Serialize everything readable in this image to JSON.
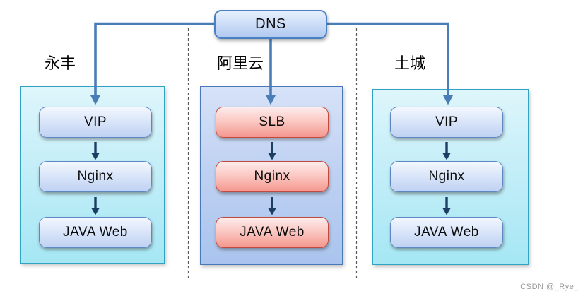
{
  "diagram": {
    "root": {
      "label": "DNS"
    },
    "zones": [
      {
        "label": "永丰",
        "theme": "blue-nodes-on-cyan",
        "nodes": [
          "VIP",
          "Nginx",
          "JAVA Web"
        ]
      },
      {
        "label": "阿里云",
        "theme": "red-nodes-on-blue",
        "nodes": [
          "SLB",
          "Nginx",
          "JAVA Web"
        ]
      },
      {
        "label": "土城",
        "theme": "blue-nodes-on-cyan",
        "nodes": [
          "VIP",
          "Nginx",
          "JAVA Web"
        ]
      }
    ],
    "edges": [
      {
        "from": "DNS",
        "to": "永丰 VIP"
      },
      {
        "from": "DNS",
        "to": "阿里云 SLB"
      },
      {
        "from": "DNS",
        "to": "土城 VIP"
      },
      {
        "from": "VIP",
        "to": "Nginx",
        "zone": "永丰"
      },
      {
        "from": "Nginx",
        "to": "JAVA Web",
        "zone": "永丰"
      },
      {
        "from": "SLB",
        "to": "Nginx",
        "zone": "阿里云"
      },
      {
        "from": "Nginx",
        "to": "JAVA Web",
        "zone": "阿里云"
      },
      {
        "from": "VIP",
        "to": "Nginx",
        "zone": "土城"
      },
      {
        "from": "Nginx",
        "to": "JAVA Web",
        "zone": "土城"
      }
    ],
    "colors": {
      "connector_blue": "#4a7db8",
      "flow_arrow_navy": "#1d3e63",
      "divider_gray": "#5a5a5a",
      "cyan_zone_fill_top": "#def6fb",
      "cyan_zone_fill_bottom": "#a5e7f4",
      "cyan_zone_border": "#2fa3c1",
      "blue_zone_fill_top": "#d6e2f8",
      "blue_zone_fill_bottom": "#a9c4ee",
      "blue_zone_border": "#4a78b8",
      "blue_node_fill_top": "#f4f7fe",
      "blue_node_fill_bottom": "#bfd2f2",
      "blue_node_border": "#5e88c4",
      "red_node_fill_top": "#fdecec",
      "red_node_fill_bottom": "#f4978e",
      "red_node_border": "#c14a3e",
      "dns_fill_top": "#e6f0fd",
      "dns_fill_bottom": "#b0c9f0",
      "dns_border": "#4a80c4"
    },
    "watermark": "CSDN @_Rye_"
  }
}
